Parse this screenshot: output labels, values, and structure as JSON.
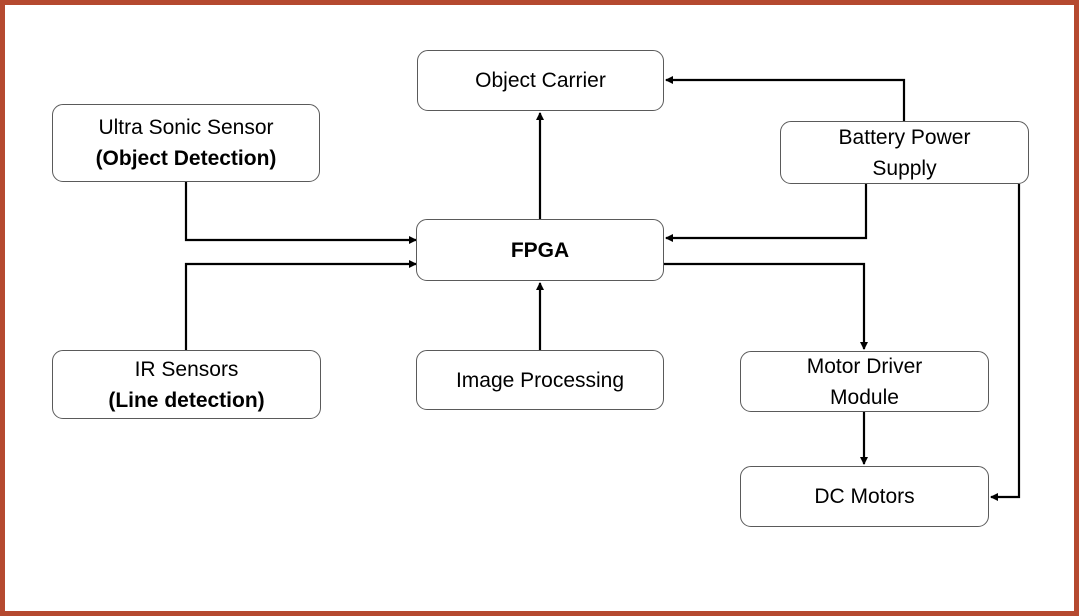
{
  "diagram": {
    "frame_color": "#b5492f",
    "line_color": "#000000",
    "nodes": {
      "object_carrier": {
        "lines": [
          "Object Carrier"
        ]
      },
      "ultrasonic_sensor": {
        "lines": [
          "Ultra Sonic Sensor",
          "(Object Detection)"
        ]
      },
      "battery_power_supply": {
        "lines": [
          "Battery Power",
          "Supply"
        ]
      },
      "fpga": {
        "lines": [
          "FPGA"
        ]
      },
      "ir_sensors": {
        "lines": [
          "IR Sensors",
          "(Line detection)"
        ]
      },
      "image_processing": {
        "lines": [
          "Image Processing"
        ]
      },
      "motor_driver_module": {
        "lines": [
          "Motor Driver",
          "Module"
        ]
      },
      "dc_motors": {
        "lines": [
          "DC Motors"
        ]
      }
    },
    "edges": [
      {
        "from": "ultrasonic_sensor",
        "to": "fpga"
      },
      {
        "from": "ir_sensors",
        "to": "fpga"
      },
      {
        "from": "image_processing",
        "to": "fpga"
      },
      {
        "from": "fpga",
        "to": "object_carrier"
      },
      {
        "from": "battery_power_supply",
        "to": "object_carrier"
      },
      {
        "from": "battery_power_supply",
        "to": "fpga"
      },
      {
        "from": "fpga",
        "to": "motor_driver_module"
      },
      {
        "from": "motor_driver_module",
        "to": "dc_motors"
      },
      {
        "from": "battery_power_supply",
        "to": "dc_motors"
      }
    ]
  }
}
